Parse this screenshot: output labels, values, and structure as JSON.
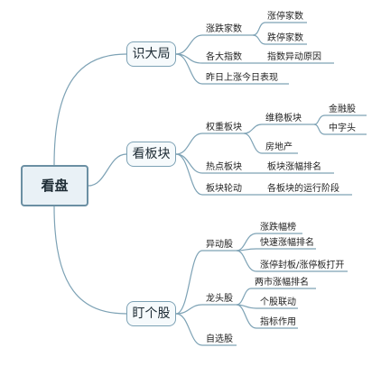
{
  "root": "看盘",
  "branches": [
    {
      "label": "识大局",
      "children": [
        {
          "label": "涨跌家数",
          "children": [
            {
              "label": "涨停家数"
            },
            {
              "label": "跌停家数"
            }
          ]
        },
        {
          "label": "各大指数",
          "children": [
            {
              "label": "指数异动原因"
            }
          ]
        },
        {
          "label": "昨日上涨今日表现"
        }
      ]
    },
    {
      "label": "看板块",
      "children": [
        {
          "label": "权重板块",
          "children": [
            {
              "label": "维稳板块",
              "children": [
                {
                  "label": "金融股"
                },
                {
                  "label": "中字头"
                }
              ]
            },
            {
              "label": "房地产"
            }
          ]
        },
        {
          "label": "热点板块",
          "children": [
            {
              "label": "板块涨幅排名"
            }
          ]
        },
        {
          "label": "板块轮动",
          "children": [
            {
              "label": "各板块的运行阶段"
            }
          ]
        }
      ]
    },
    {
      "label": "盯个股",
      "children": [
        {
          "label": "异动股",
          "children": [
            {
              "label": "涨跌幅榜"
            },
            {
              "label": "快速涨幅排名"
            },
            {
              "label": "涨停封板/涨停板打开"
            }
          ]
        },
        {
          "label": "龙头股",
          "children": [
            {
              "label": "两市涨幅排名"
            },
            {
              "label": "个股联动"
            },
            {
              "label": "指标作用"
            }
          ]
        },
        {
          "label": "自选股"
        }
      ]
    }
  ],
  "colors": {
    "line": "#7da2b5",
    "box_border": "#6b8fa3",
    "box_fill": "#e9f1f6",
    "text": "#1a1a1a"
  }
}
